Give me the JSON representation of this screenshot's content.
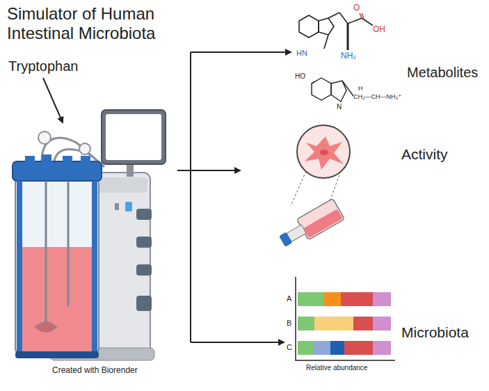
{
  "diagram": {
    "title": "Simulator of Human Intestinal Microbiota",
    "caption": "Created with Biorender",
    "labels": [
      "Tryptophan",
      "O",
      "OH",
      "HN",
      "NH₂",
      "HO",
      "H",
      "CH₂—CH—NH₃⁺",
      "N",
      "Metabolites",
      "Activity",
      "A",
      "B",
      "C",
      "Relative abundance",
      "Microbiota"
    ]
  }
}
